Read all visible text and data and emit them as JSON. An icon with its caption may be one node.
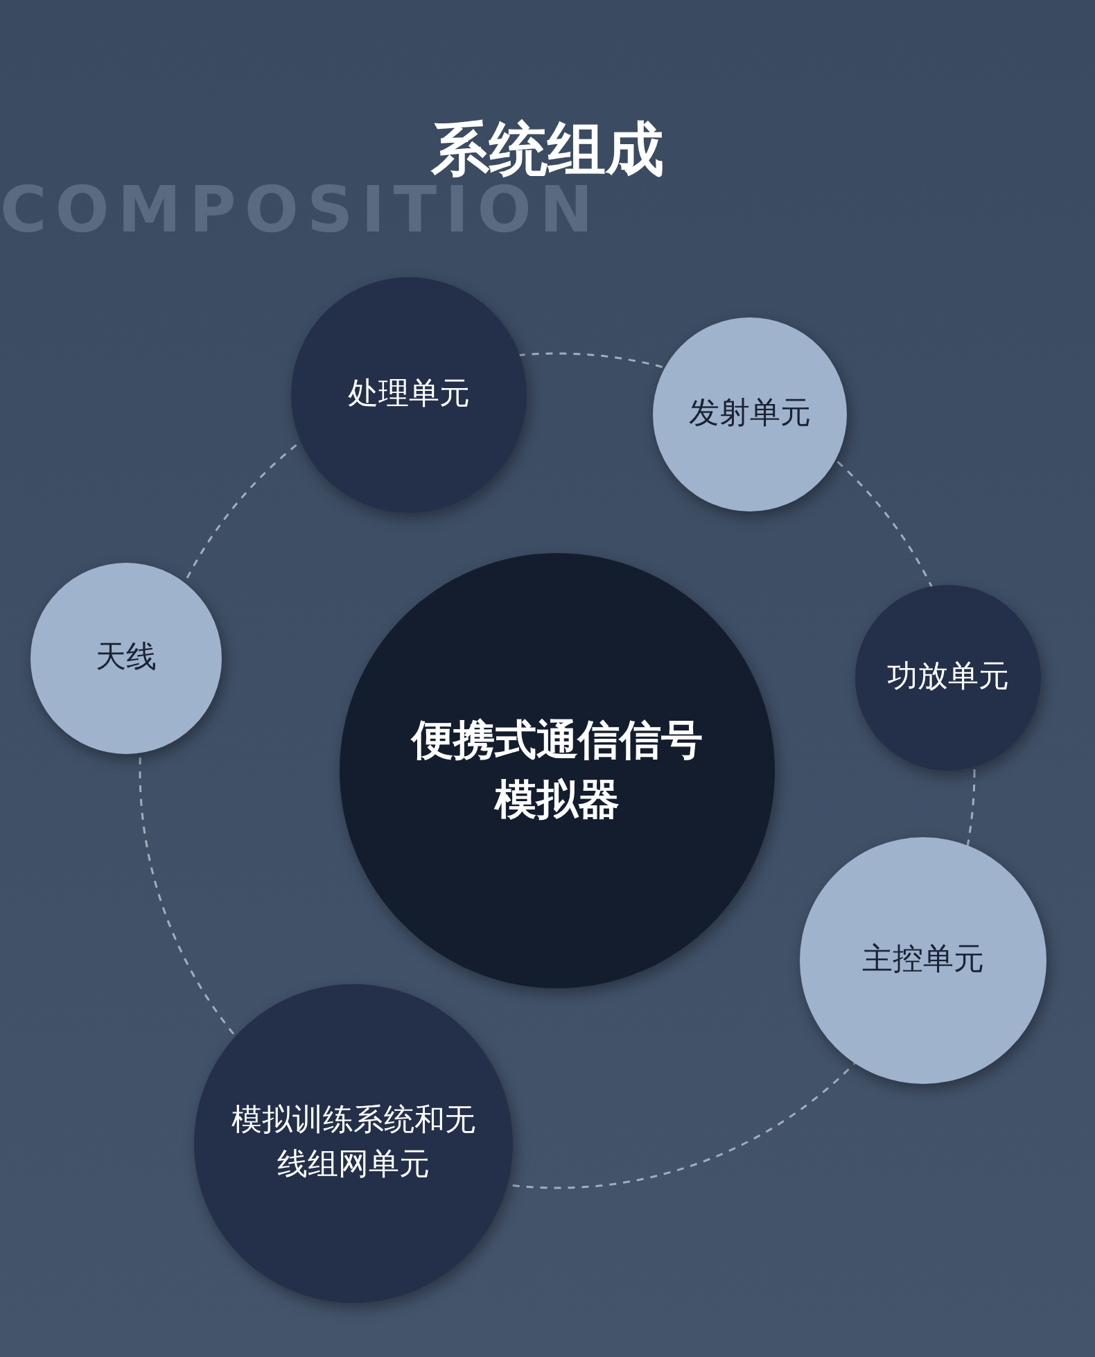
{
  "diagram": {
    "title": "系统组成",
    "nodes": [
      {
        "text": [
          "便携式通信信号模拟器"
        ]
      },
      {
        "text": [
          "处理单元"
        ]
      },
      {
        "text": [
          "发射单元"
        ]
      },
      {
        "text": [
          "天线"
        ]
      },
      {
        "text": [
          "功放单元"
        ]
      },
      {
        "text": [
          "主控单元"
        ]
      },
      {
        "text": [
          "模拟训练系统和无线组网单元"
        ]
      }
    ],
    "labels": [
      "COMPOSITION"
    ]
  }
}
